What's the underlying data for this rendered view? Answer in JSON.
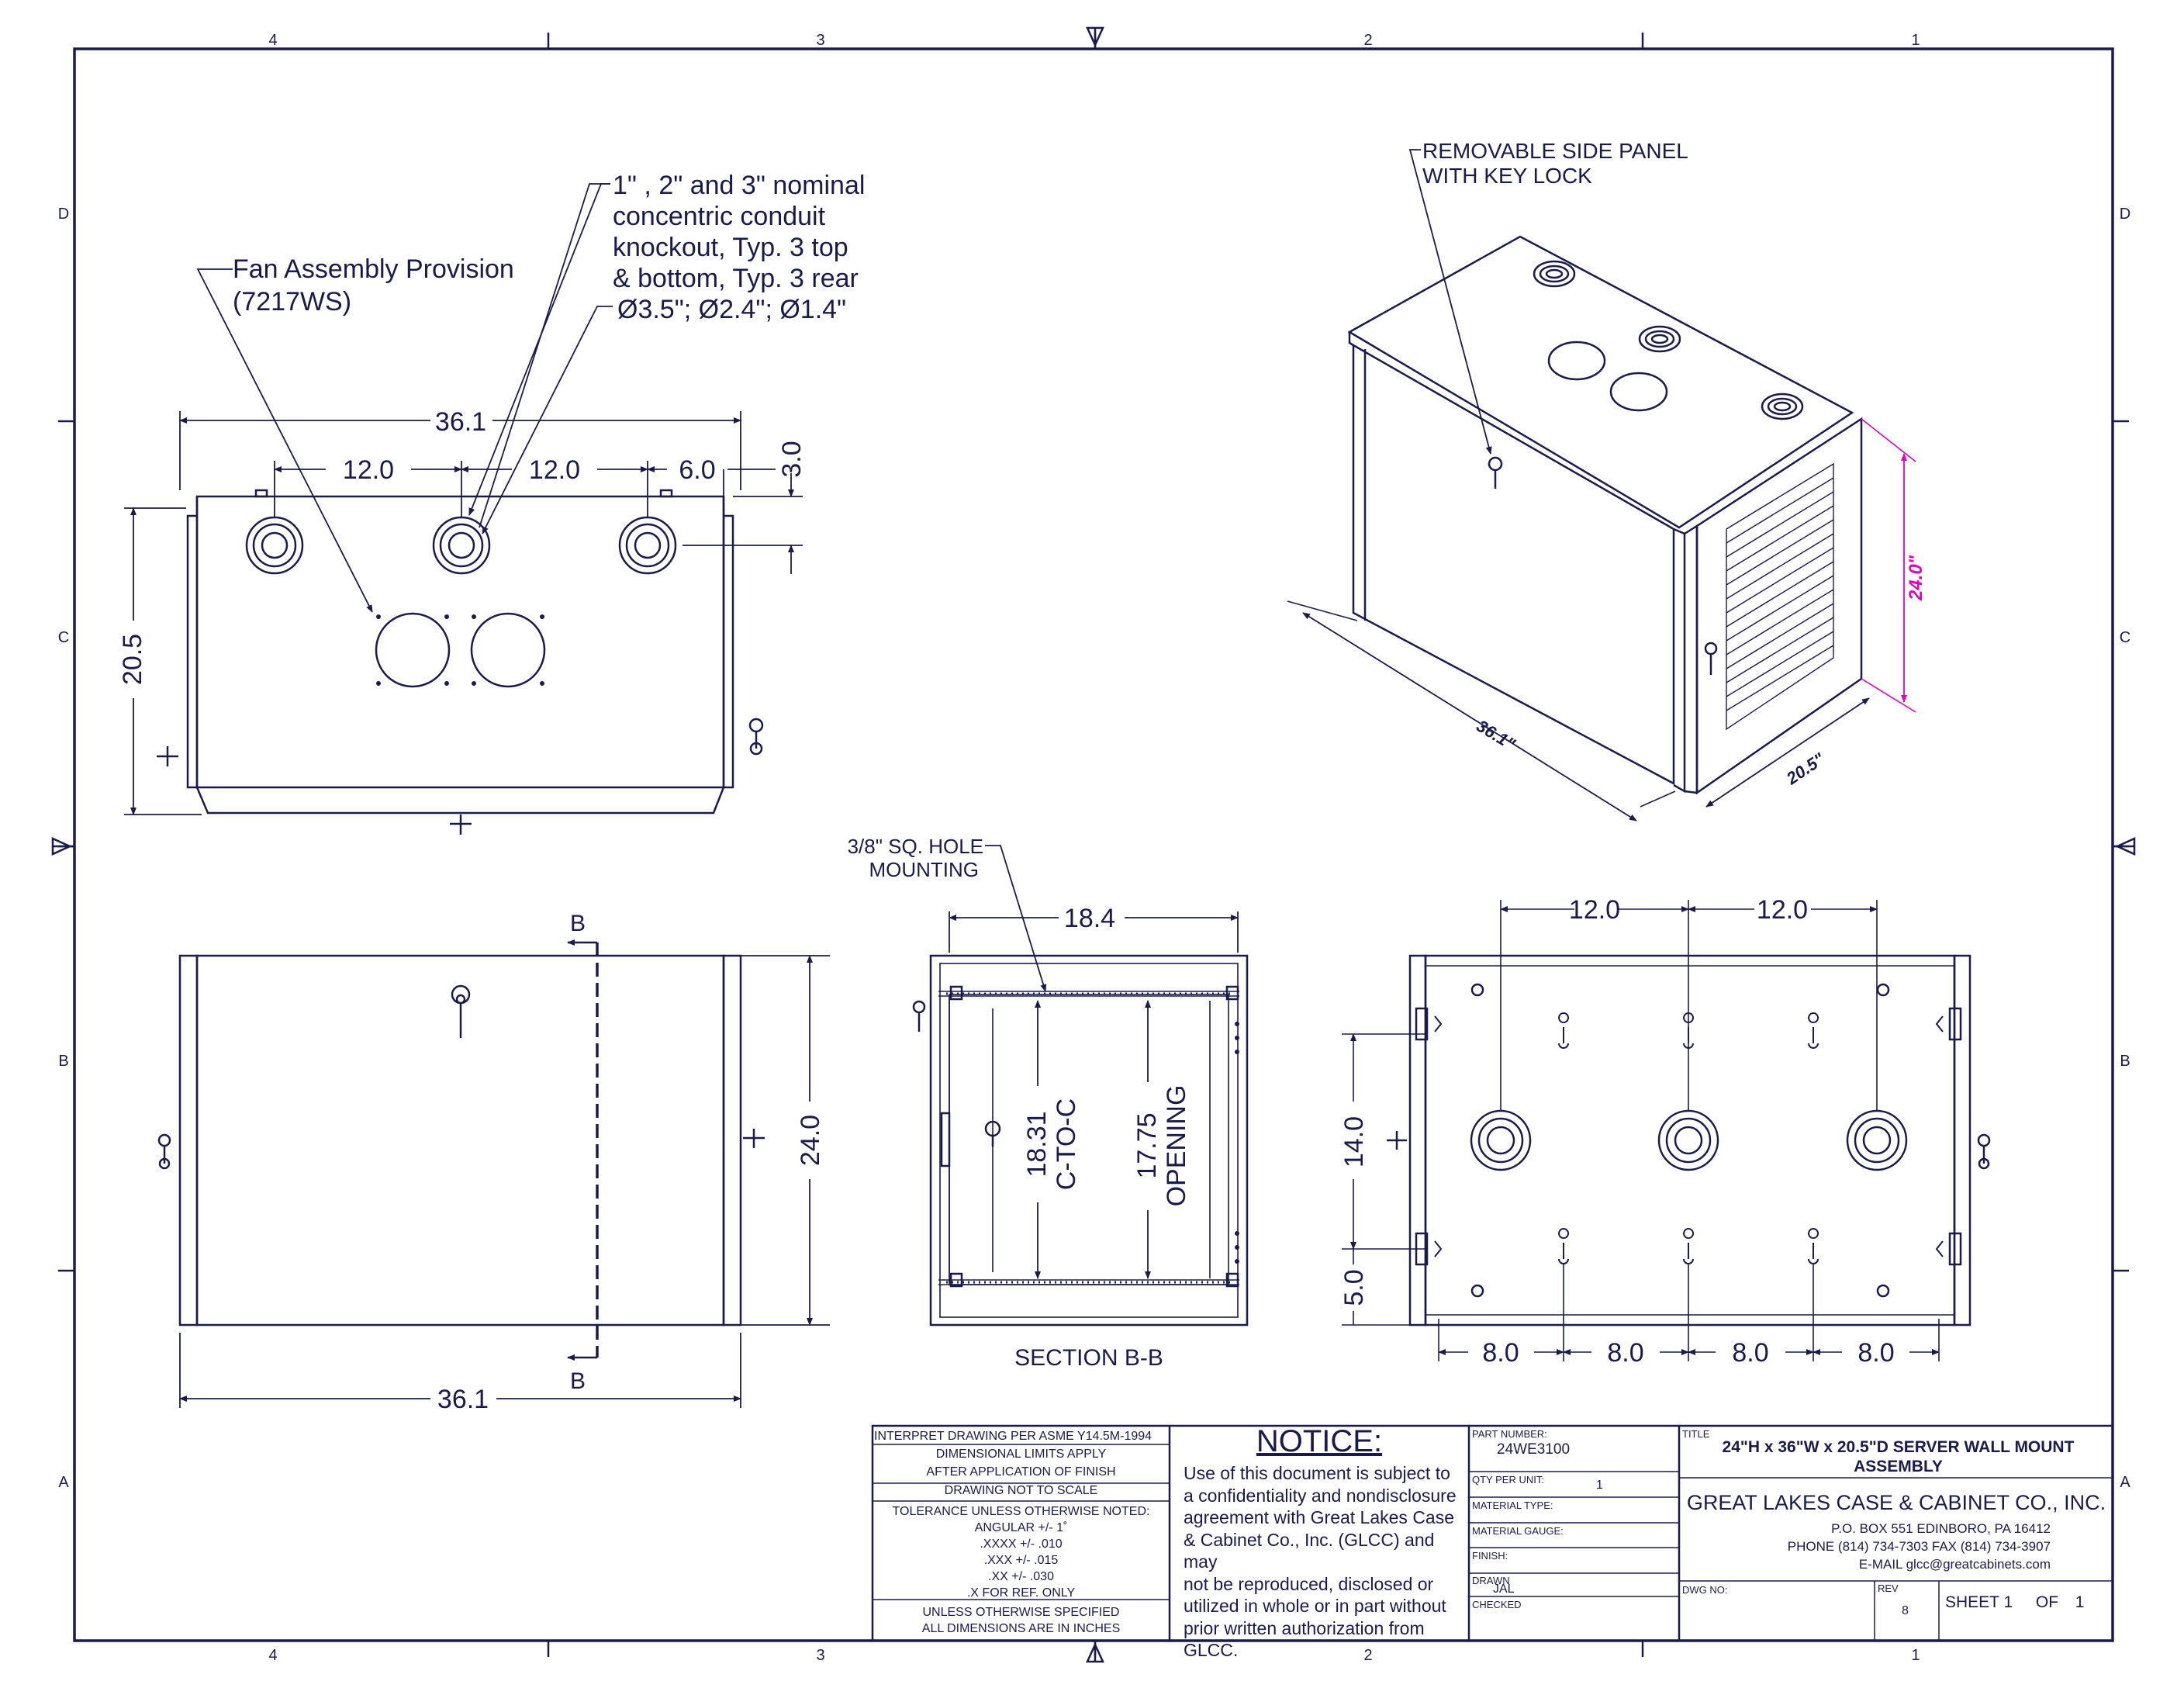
{
  "zones": {
    "columns": [
      "4",
      "3",
      "2",
      "1"
    ],
    "rows": [
      "D",
      "C",
      "B",
      "A"
    ]
  },
  "callouts": {
    "fan": [
      "Fan Assembly Provision",
      "(7217WS)"
    ],
    "conduit": [
      "1\" , 2\" and 3\" nominal",
      "concentric conduit",
      "knockout, Typ. 3 top",
      "& bottom, Typ. 3 rear",
      "Ø3.5\"; Ø2.4\"; Ø1.4\""
    ],
    "side_panel": [
      "REMOVABLE SIDE PANEL",
      "WITH KEY LOCK"
    ],
    "hole_mounting": [
      "3/8\" SQ. HOLE",
      "MOUNTING"
    ]
  },
  "dimensions": {
    "top_overall": "36.1",
    "top_spacing_1": "12.0",
    "top_spacing_2": "12.0",
    "top_spacing_3": "6.0",
    "top_offset": "3.0",
    "top_depth": "20.5",
    "front_width": "36.1",
    "front_height": "24.0",
    "section_width": "18.4",
    "section_ctoc": [
      "18.31",
      "C-TO-C"
    ],
    "section_opening": [
      "17.75",
      "OPENING"
    ],
    "rear_top_1": "12.0",
    "rear_top_2": "12.0",
    "rear_left_1": "14.0",
    "rear_left_2": "5.0",
    "rear_bottom": [
      "8.0",
      "8.0",
      "8.0",
      "8.0"
    ],
    "iso_width": "36.1\"",
    "iso_depth": "20.5\"",
    "iso_height": "24.0\""
  },
  "section": {
    "marker": "B",
    "caption": "SECTION  B-B"
  },
  "title_block": {
    "spec": [
      "INTERPRET DRAWING PER ASME Y14.5M-1994",
      "DIMENSIONAL LIMITS APPLY",
      "AFTER APPLICATION OF FINISH",
      "DRAWING NOT TO SCALE"
    ],
    "tolerance": [
      "TOLERANCE UNLESS OTHERWISE NOTED:",
      "ANGULAR +/- 1˚",
      ".XXXX +/- .010",
      ".XXX +/- .015",
      ".XX +/- .030",
      ".X FOR REF. ONLY"
    ],
    "units": [
      "UNLESS OTHERWISE SPECIFIED",
      "ALL DIMENSIONS ARE IN INCHES"
    ],
    "notice_heading": "NOTICE:",
    "notice_lines": [
      "Use of this document is subject to",
      "a confidentiality and nondisclosure",
      "agreement with Great Lakes Case",
      "& Cabinet Co., Inc. (GLCC) and may",
      "not be reproduced, disclosed or",
      "utilized in whole or in part without",
      "prior written authorization from GLCC."
    ],
    "part_number_label": "PART NUMBER:",
    "part_number": "24WE3100",
    "qty_label": "QTY PER UNIT:",
    "qty": "1",
    "material_type_label": "MATERIAL TYPE:",
    "material_gauge_label": "MATERIAL GAUGE:",
    "finish_label": "FINISH:",
    "drawn_label": "DRAWN",
    "drawn": "JAL",
    "checked_label": "CHECKED",
    "title_label": "TITLE",
    "title": [
      "24\"H x 36\"W x 20.5\"D SERVER WALL MOUNT",
      "ASSEMBLY"
    ],
    "company": "GREAT LAKES CASE & CABINET CO., INC.",
    "address": [
      "P.O. BOX 551 EDINBORO, PA 16412",
      "PHONE (814) 734-7303 FAX (814) 734-3907",
      "E-MAIL glcc@greatcabinets.com"
    ],
    "dwg_no_label": "DWG NO:",
    "rev_label": "REV",
    "rev": "8",
    "sheet_label": "SHEET",
    "sheet": "1",
    "of_label": "OF",
    "of": "1"
  },
  "colors": {
    "ink": "#1b1b4b",
    "accent": "#e000c0"
  }
}
